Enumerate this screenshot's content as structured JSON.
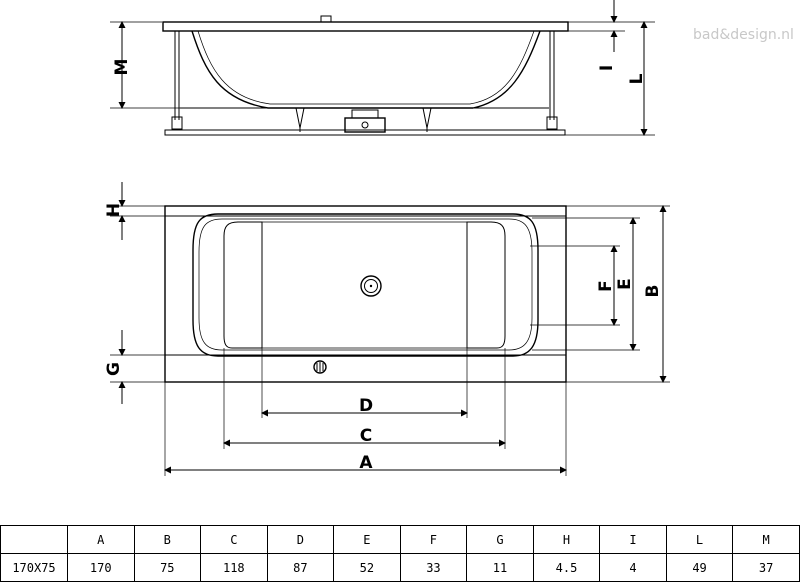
{
  "watermark": {
    "text": "bad&design.nl"
  },
  "labels": {
    "M": "M",
    "I": "I",
    "L": "L",
    "H": "H",
    "G": "G",
    "F": "F",
    "E": "E",
    "B": "B",
    "D": "D",
    "C": "C",
    "A": "A"
  },
  "table": {
    "headers": [
      "",
      "A",
      "B",
      "C",
      "D",
      "E",
      "F",
      "G",
      "H",
      "I",
      "L",
      "M"
    ],
    "row": [
      "170X75",
      "170",
      "75",
      "118",
      "87",
      "52",
      "33",
      "11",
      "4.5",
      "4",
      "49",
      "37"
    ]
  }
}
